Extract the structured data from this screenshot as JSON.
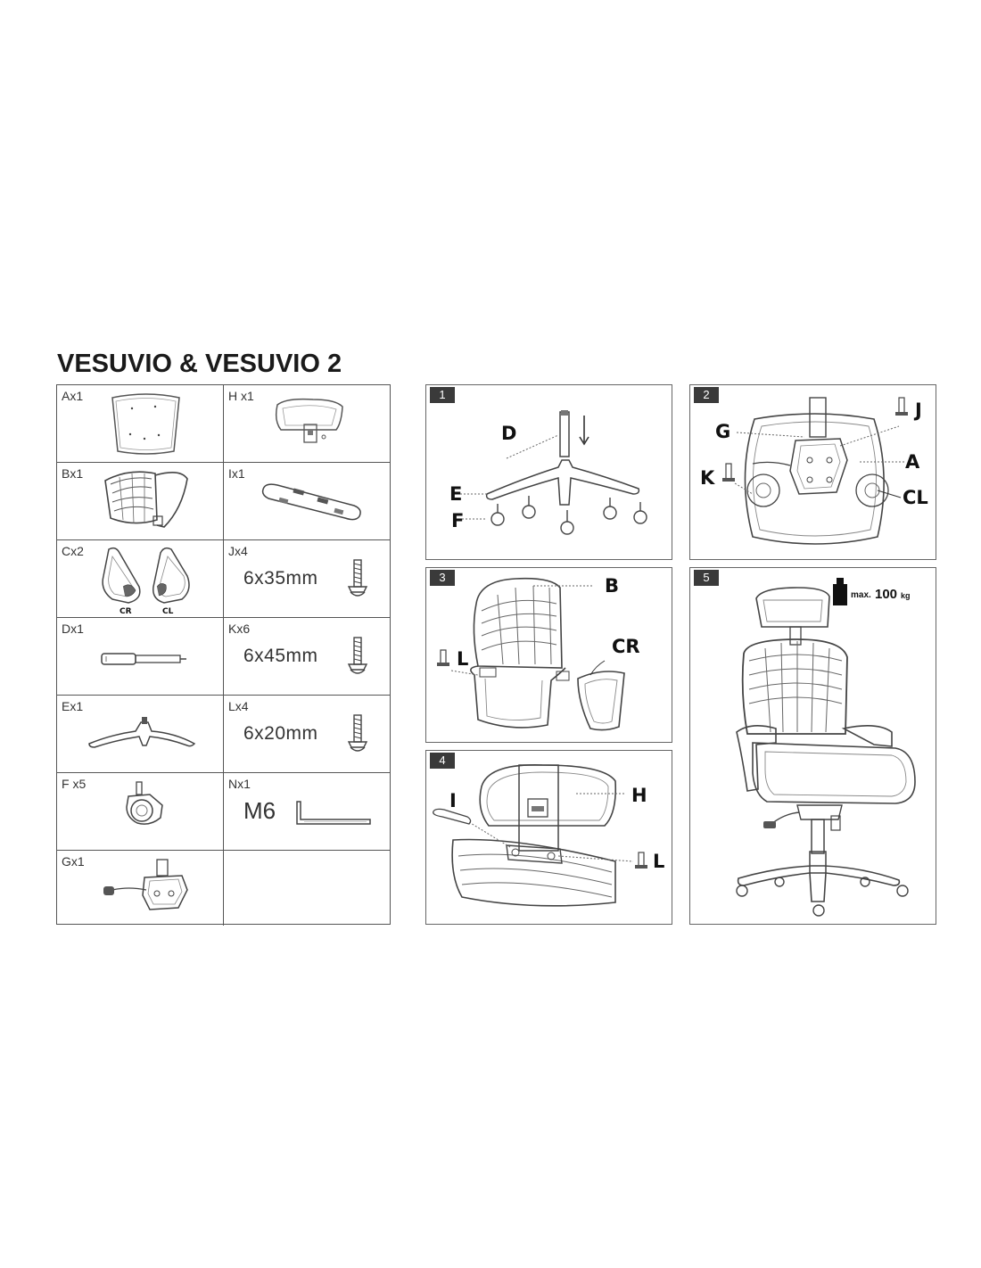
{
  "title": "VESUVIO & VESUVIO 2",
  "parts": [
    {
      "id": "A",
      "label": "Ax1"
    },
    {
      "id": "H",
      "label": "H x1"
    },
    {
      "id": "B",
      "label": "Bx1"
    },
    {
      "id": "I",
      "label": "Ix1"
    },
    {
      "id": "C",
      "label": "Cx2",
      "sublabels": [
        "CR",
        "CL"
      ]
    },
    {
      "id": "J",
      "label": "Jx4",
      "size": "6x35mm"
    },
    {
      "id": "D",
      "label": "Dx1"
    },
    {
      "id": "K",
      "label": "Kx6",
      "size": "6x45mm"
    },
    {
      "id": "E",
      "label": "Ex1"
    },
    {
      "id": "L",
      "label": "Lx4",
      "size": "6x20mm"
    },
    {
      "id": "F",
      "label": "F x5"
    },
    {
      "id": "N",
      "label": "Nx1",
      "size": "M6"
    },
    {
      "id": "G",
      "label": "Gx1"
    }
  ],
  "steps": [
    {
      "number": "1",
      "callouts": [
        "D",
        "E",
        "F"
      ]
    },
    {
      "number": "2",
      "callouts": [
        "J",
        "G",
        "A",
        "K",
        "CL"
      ]
    },
    {
      "number": "3",
      "callouts": [
        "B",
        "L",
        "CR"
      ]
    },
    {
      "number": "4",
      "callouts": [
        "I",
        "H",
        "L"
      ]
    },
    {
      "number": "5",
      "weight": {
        "prefix": "max.",
        "value": "100",
        "unit": "kg"
      }
    }
  ]
}
